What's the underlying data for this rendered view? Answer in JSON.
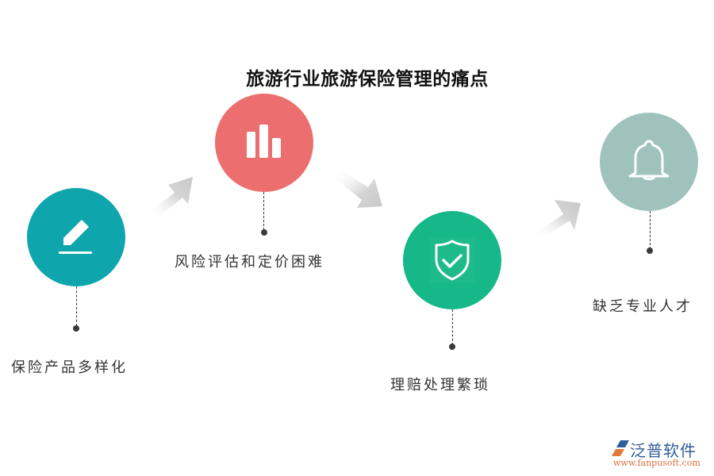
{
  "title": "旅游行业旅游保险管理的痛点",
  "nodes": [
    {
      "label": "保险产品多样化",
      "icon": "pencil-icon",
      "color": "#0ea5ad"
    },
    {
      "label": "风险评估和定价困难",
      "icon": "bar-chart-icon",
      "color": "#ec6e6e"
    },
    {
      "label": "理赔处理繁琐",
      "icon": "shield-check-icon",
      "color": "#16b788"
    },
    {
      "label": "缺乏专业人才",
      "icon": "bell-icon",
      "color": "#9fc2bc"
    }
  ],
  "arrows": [
    {
      "direction": "up-right",
      "color": "#c8c8c8"
    },
    {
      "direction": "down-right",
      "color": "#c8c8c8"
    },
    {
      "direction": "up-right",
      "color": "#c8c8c8"
    }
  ],
  "logo": {
    "name": "泛普软件",
    "url": "www.fanpusoft.com"
  }
}
